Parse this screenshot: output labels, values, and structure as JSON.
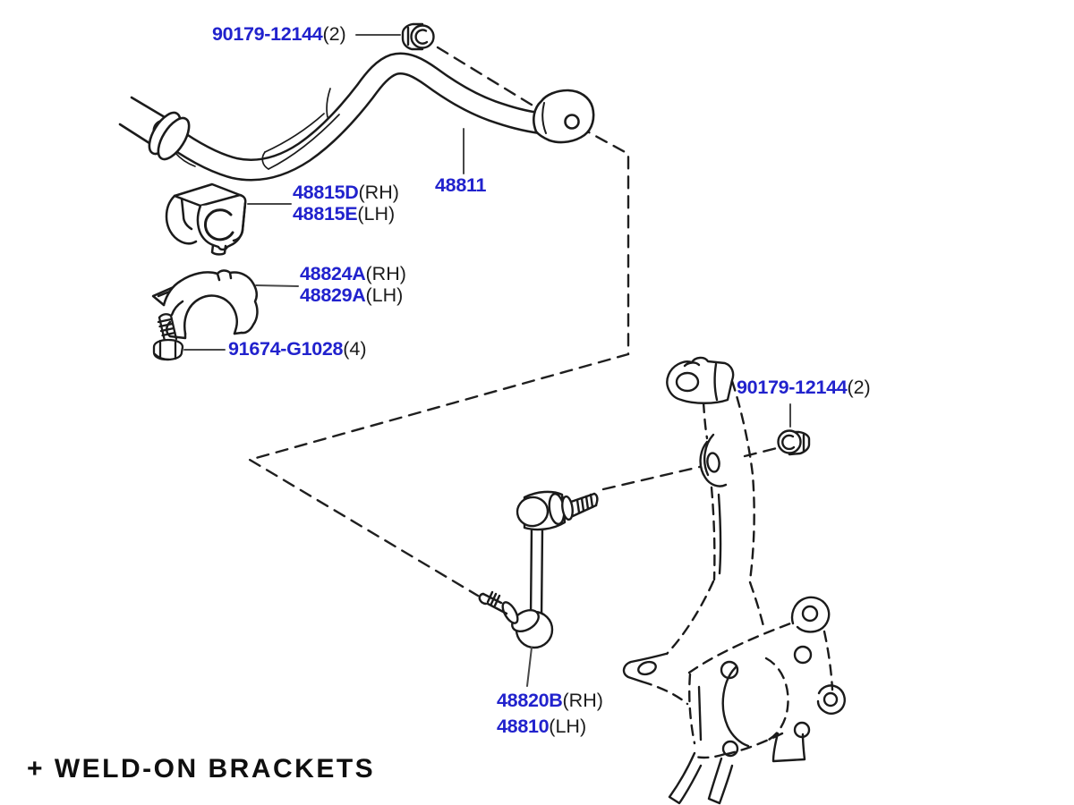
{
  "note": {
    "text": "+ WELD-ON BRACKETS"
  },
  "colors": {
    "part_number_blue": "#2122cd",
    "label_black": "#1c1c1c",
    "line_art": "#1b1b1b",
    "background": "#ffffff"
  },
  "labels": {
    "nut_top": {
      "number": "90179-12144",
      "qty": "(2)"
    },
    "bar": {
      "number": "48811"
    },
    "bushing_rh": {
      "number": "48815D",
      "side": "(RH)"
    },
    "bushing_lh": {
      "number": "48815E",
      "side": "(LH)"
    },
    "bracket_rh": {
      "number": "48824A",
      "side": "(RH)"
    },
    "bracket_lh": {
      "number": "48829A",
      "side": "(LH)"
    },
    "bolt": {
      "number": "91674-G1028",
      "qty": "(4)"
    },
    "link_rh": {
      "number": "48820B",
      "side": "(RH)"
    },
    "link_lh": {
      "number": "48810",
      "side": "(LH)"
    },
    "nut_knuckle": {
      "number": "90179-12144",
      "qty": "(2)"
    }
  }
}
